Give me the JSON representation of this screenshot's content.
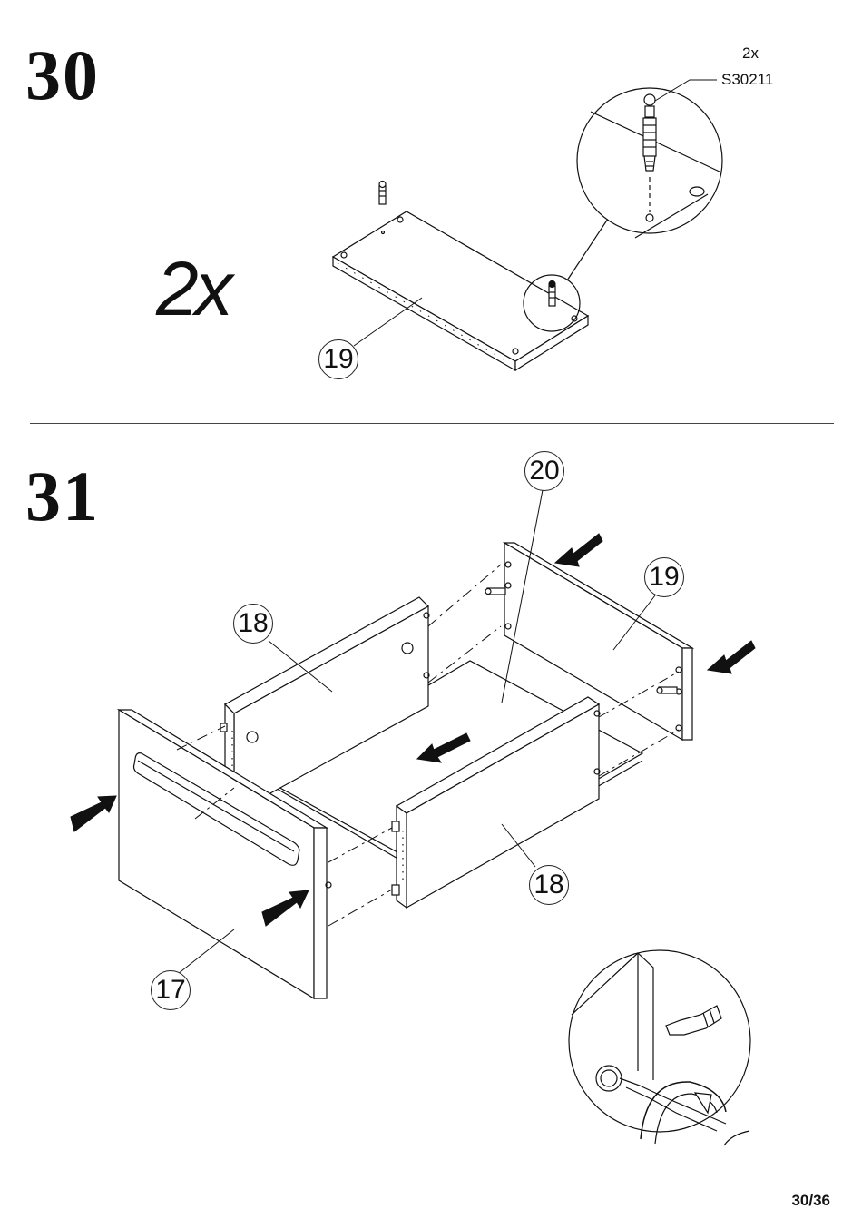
{
  "steps": {
    "step30": {
      "number": "30",
      "quantity": "2x",
      "hardware_quantity": "2x",
      "hardware_code": "S30211",
      "part_label": "19"
    },
    "step31": {
      "number": "31",
      "part_labels": {
        "back_panel": "20",
        "right_side": "19",
        "left_side": "18",
        "right_drawer_side": "18",
        "front_panel": "17"
      }
    }
  },
  "footer": {
    "page_number": "30/36"
  }
}
